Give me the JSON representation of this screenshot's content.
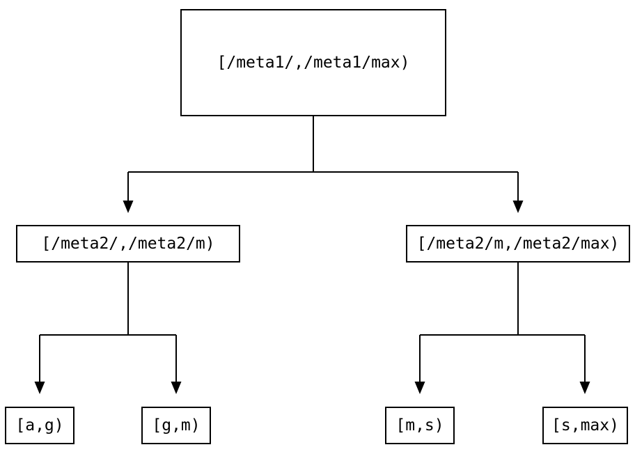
{
  "diagram": {
    "type": "tree",
    "colors": {
      "background": "#ffffff",
      "line": "#000000",
      "text": "#000000",
      "node_border": "#000000"
    },
    "nodes": {
      "root": {
        "label": "[/meta1/,/meta1/max)"
      },
      "left": {
        "label": "[/meta2/,/meta2/m)"
      },
      "right": {
        "label": "[/meta2/m,/meta2/max)"
      },
      "leaf_ag": {
        "label": "[a,g)"
      },
      "leaf_gm": {
        "label": "[g,m)"
      },
      "leaf_ms": {
        "label": "[m,s)"
      },
      "leaf_smax": {
        "label": "[s,max)"
      }
    },
    "edges": [
      {
        "from": "root",
        "to": "left"
      },
      {
        "from": "root",
        "to": "right"
      },
      {
        "from": "left",
        "to": "leaf_ag"
      },
      {
        "from": "left",
        "to": "leaf_gm"
      },
      {
        "from": "right",
        "to": "leaf_ms"
      },
      {
        "from": "right",
        "to": "leaf_smax"
      }
    ]
  }
}
